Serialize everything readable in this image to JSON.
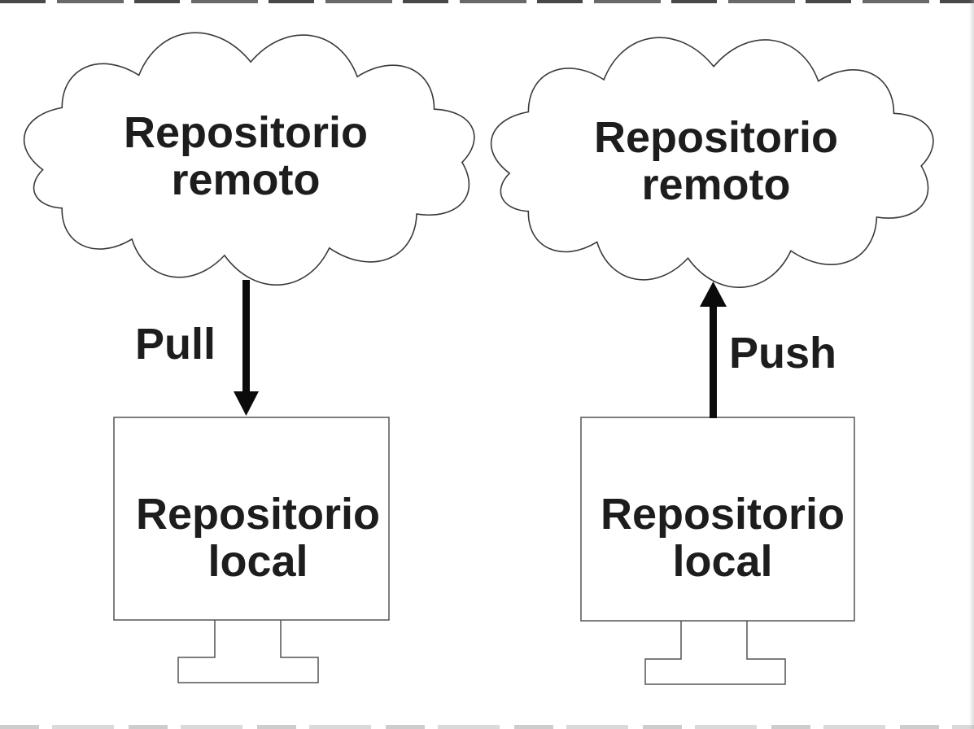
{
  "diagram": {
    "colors": {
      "background": "#ffffff",
      "shape_outline": "#4a4a4a",
      "text": "#1d1d1d",
      "arrow": "#0b0b0b"
    },
    "nodes": {
      "remote_left": {
        "shape": "cloud",
        "line1": "Repositorio",
        "line2": "remoto"
      },
      "remote_right": {
        "shape": "cloud",
        "line1": "Repositorio",
        "line2": "remoto"
      },
      "local_left": {
        "shape": "monitor",
        "line1": "Repositorio",
        "line2": "local"
      },
      "local_right": {
        "shape": "monitor",
        "line1": "Repositorio",
        "line2": "local"
      }
    },
    "arrows": {
      "pull": {
        "label": "Pull",
        "direction": "down"
      },
      "push": {
        "label": "Push",
        "direction": "up"
      }
    }
  }
}
